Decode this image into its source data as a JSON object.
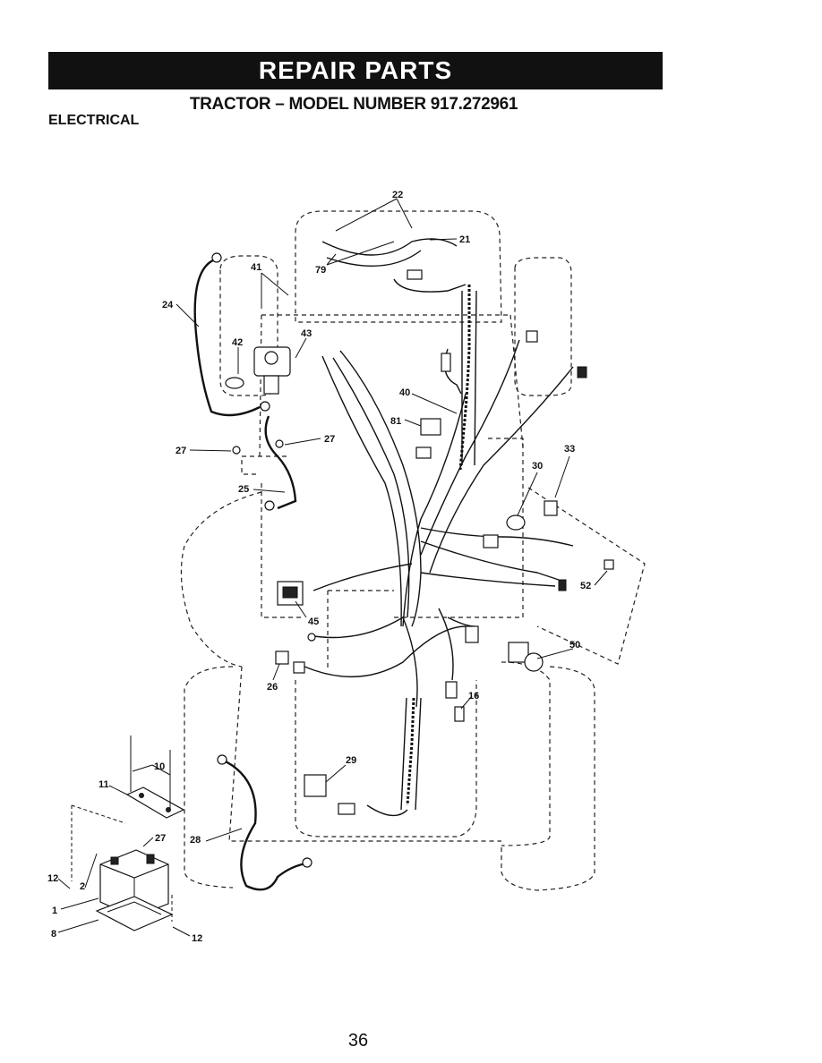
{
  "header": {
    "banner": "REPAIR PARTS",
    "subtitle": "TRACTOR – MODEL NUMBER 917.272961",
    "section": "ELECTRICAL"
  },
  "callouts": {
    "c22": "22",
    "c21": "21",
    "c79": "79",
    "c41": "41",
    "c24": "24",
    "c42": "42",
    "c43": "43",
    "c40": "40",
    "c81": "81",
    "c27a": "27",
    "c27b": "27",
    "c33": "33",
    "c30": "30",
    "c25": "25",
    "c52": "52",
    "c45": "45",
    "c50": "50",
    "c26": "26",
    "c16": "16",
    "c29": "29",
    "c10": "10",
    "c11": "11",
    "c27c": "27",
    "c28": "28",
    "c12a": "12",
    "c2": "2",
    "c1": "1",
    "c8": "8",
    "c12b": "12"
  },
  "footer": {
    "page_number": "36"
  }
}
